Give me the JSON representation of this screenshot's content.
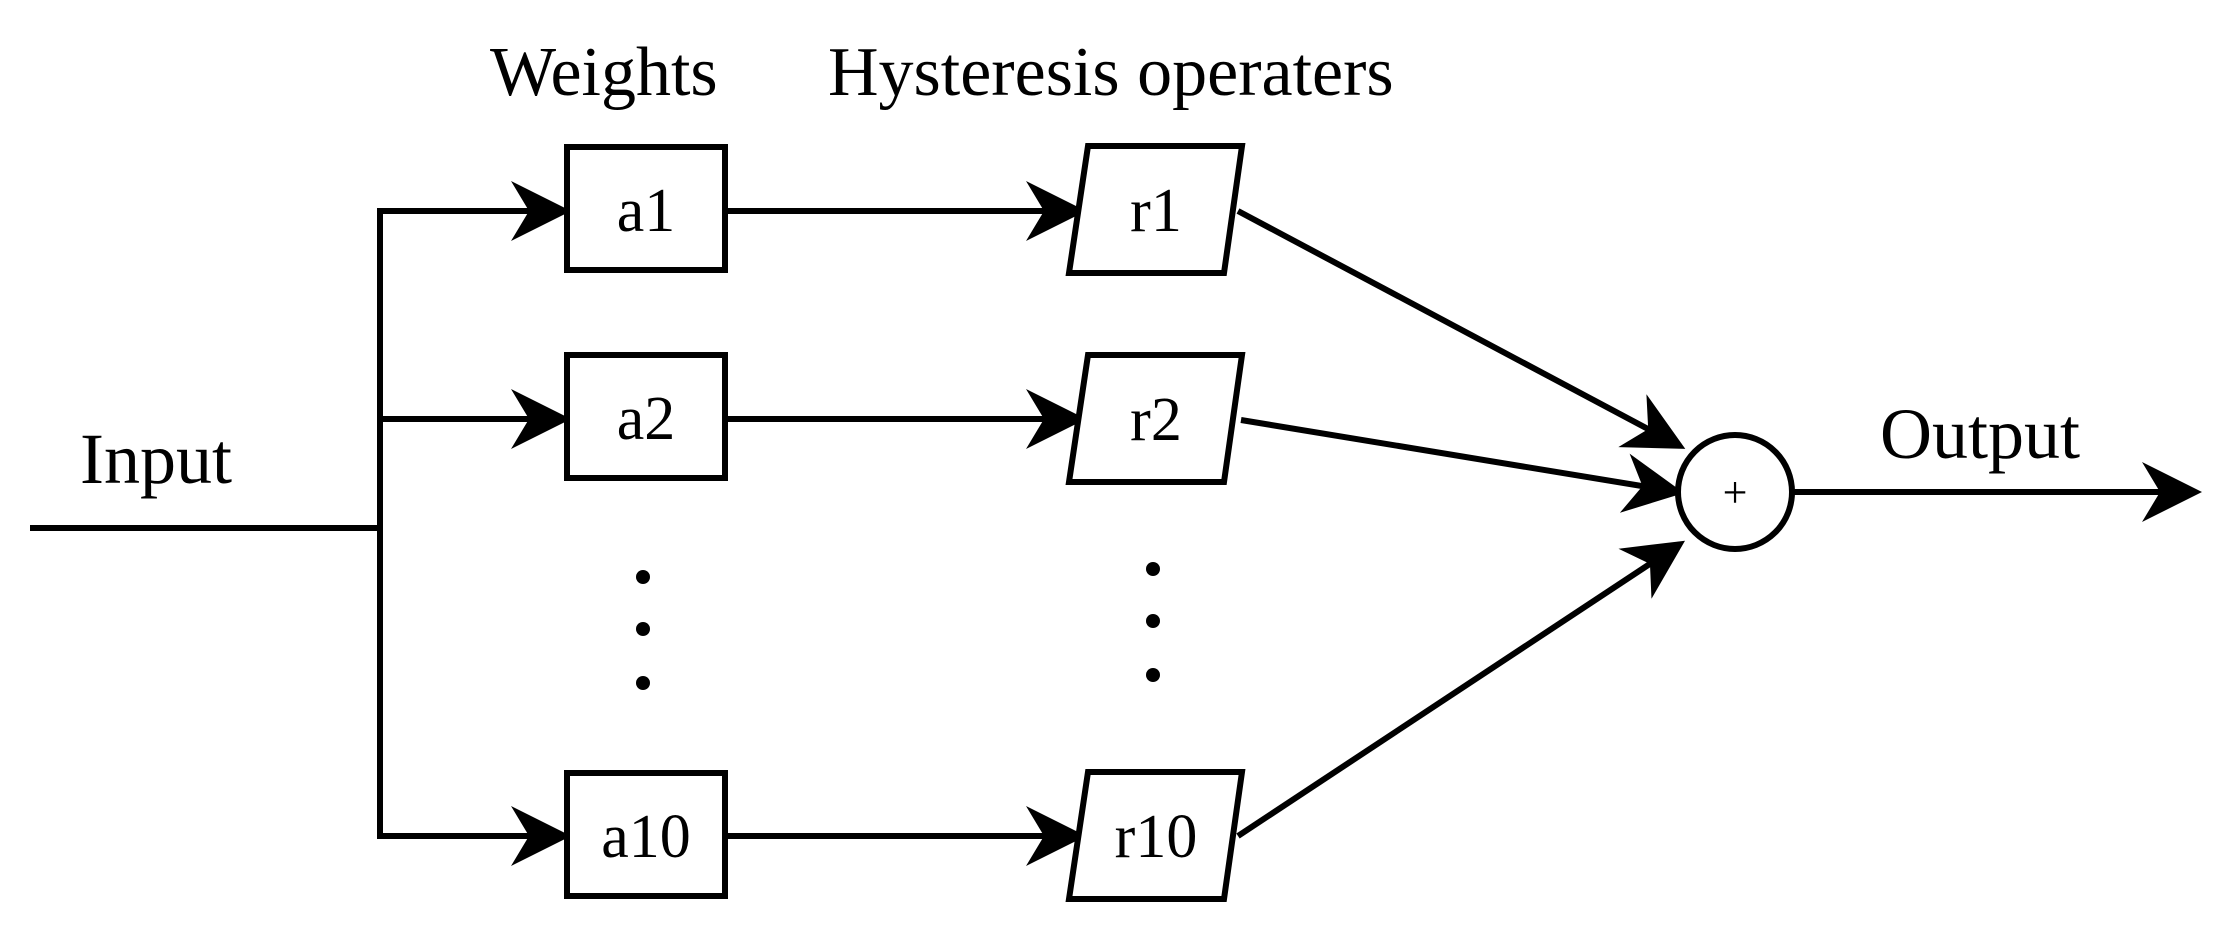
{
  "diagram": {
    "headers": {
      "weights": "Weights",
      "operators": "Hysteresis operaters"
    },
    "input_label": "Input",
    "output_label": "Output",
    "sum_symbol": "+",
    "weights": [
      "a1",
      "a2",
      "a10"
    ],
    "operators": [
      "r1",
      "r2",
      "r10"
    ]
  },
  "colors": {
    "ink": "#000000",
    "background": "#ffffff"
  }
}
